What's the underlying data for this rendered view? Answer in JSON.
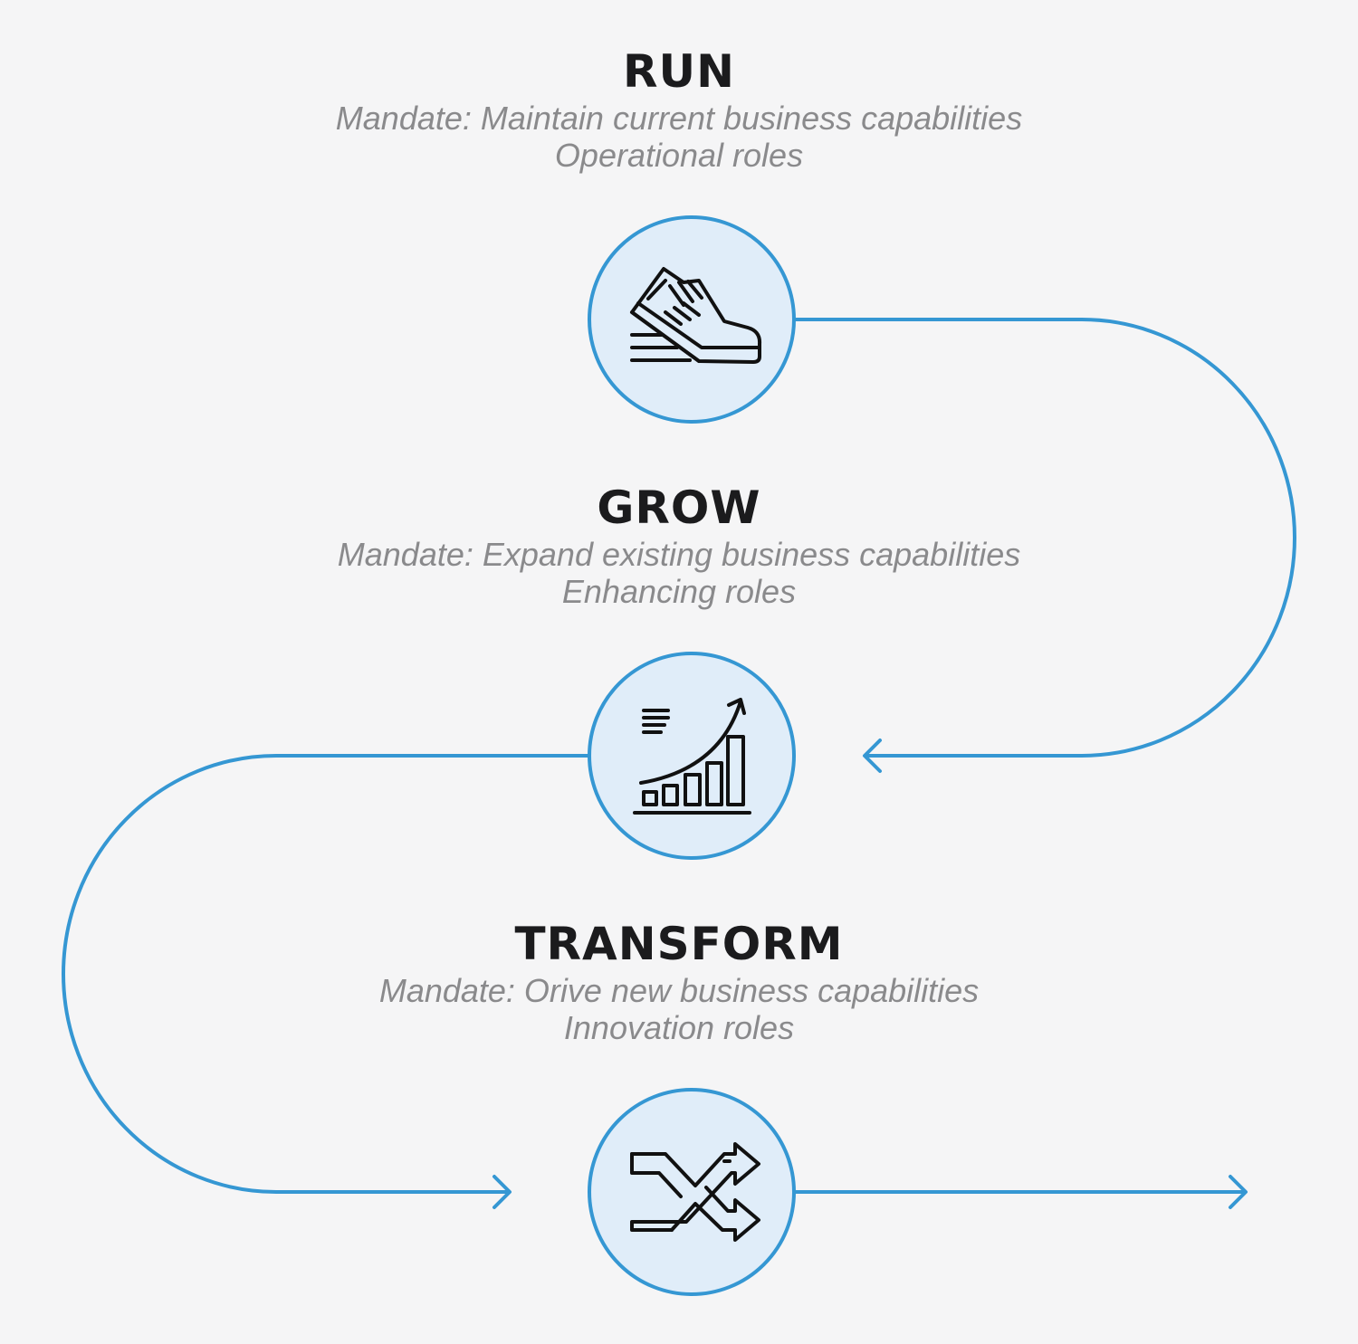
{
  "colors": {
    "background": "#f5f5f6",
    "flow_line": "#3597d3",
    "circle_fill": "#e0edf9",
    "icon_stroke": "#111111",
    "title": "#1b1b1d",
    "subtitle": "#8a8a8c"
  },
  "stages": {
    "run": {
      "title": "RUN",
      "mandate": "Mandate: Maintain current business capabilities",
      "roles": "Operational roles",
      "icon": "running-shoe-icon"
    },
    "grow": {
      "title": "GROW",
      "mandate": "Mandate: Expand existing business capabilities",
      "roles": "Enhancing roles",
      "icon": "growth-chart-icon"
    },
    "transform": {
      "title": "TRANSFORM",
      "mandate": "Mandate: Orive new business capabilities",
      "roles": "Innovation roles",
      "icon": "shuffle-arrows-icon"
    }
  }
}
